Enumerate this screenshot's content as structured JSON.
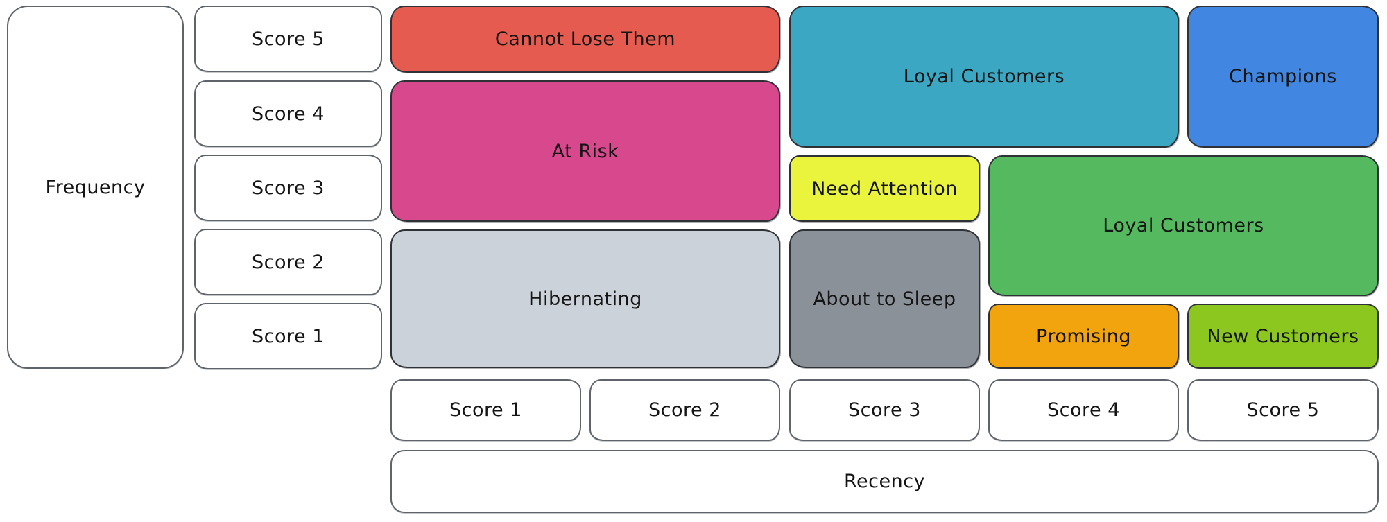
{
  "matrix": {
    "y_axis": {
      "label": "Frequency",
      "scores": [
        "Score 5",
        "Score 4",
        "Score 3",
        "Score 2",
        "Score 1"
      ]
    },
    "x_axis": {
      "label": "Recency",
      "scores": [
        "Score 1",
        "Score 2",
        "Score 3",
        "Score 4",
        "Score 5"
      ]
    },
    "segments": [
      {
        "label": "Cannot Lose Them",
        "color": "#e65b50"
      },
      {
        "label": "At Risk",
        "color": "#d8488c"
      },
      {
        "label": "Hibernating",
        "color": "#ccd2d9"
      },
      {
        "label": "Loyal Customers",
        "color": "#3ba7c2"
      },
      {
        "label": "Champions",
        "color": "#4186e0"
      },
      {
        "label": "Need Attention",
        "color": "#ebf43d"
      },
      {
        "label": "Loyal Customers",
        "color": "#54b95f"
      },
      {
        "label": "About to Sleep",
        "color": "#8b9199"
      },
      {
        "label": "Promising",
        "color": "#f1a40e"
      },
      {
        "label": "New Customers",
        "color": "#8bc71f"
      }
    ],
    "text_color": "#141414"
  }
}
